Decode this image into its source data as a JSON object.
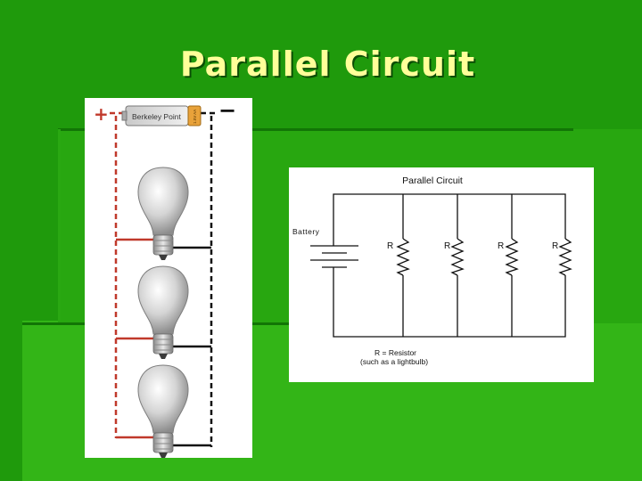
{
  "slide": {
    "title": "Parallel Circuit"
  },
  "photo": {
    "battery_brand": "Berkeley Point",
    "battery_end_text": "1.5V AA",
    "plus_sign": "+",
    "minus_sign": "−",
    "bulb_count": 3
  },
  "schematic": {
    "title": "Parallel Circuit",
    "battery_label": "Battery",
    "resistor_labels": [
      "R",
      "R",
      "R",
      "R"
    ],
    "legend_line1": "R = Resistor",
    "legend_line2": "(such as a lightbulb)"
  },
  "colors": {
    "background": "#1f9a0c",
    "title_text": "#ffff99",
    "positive_wire": "#c0392b",
    "negative_wire": "#111111"
  }
}
